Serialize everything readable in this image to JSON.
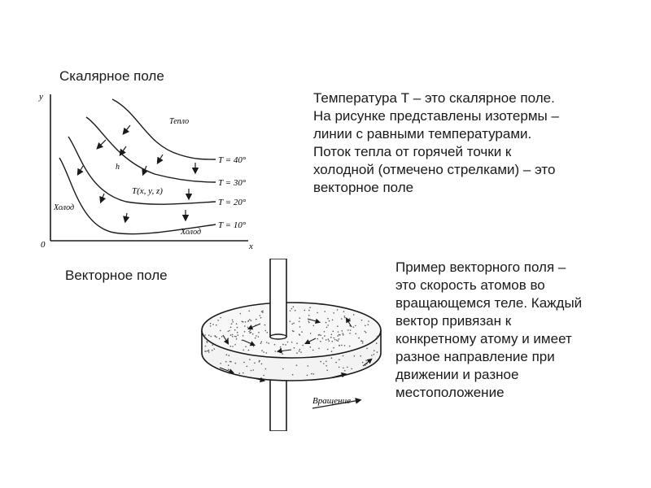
{
  "scalar": {
    "heading": "Скалярное поле",
    "graph": {
      "axis_y": "y",
      "axis_x": "x",
      "origin": "0",
      "warm": "Тепло",
      "cold_left": "Холод",
      "cold_bottom": "Холод",
      "func": "T(x, y, z)",
      "h_label": "h",
      "isotherms": [
        "T = 40°",
        "T = 30°",
        "T = 20°",
        "T = 10°"
      ]
    },
    "description": [
      "Температура Т – это скалярное поле.",
      "На рисунке представлены изотермы –",
      "линии с равными температурами.",
      "Поток тепла от горячей точки к",
      "холодной (отмечено стрелками) – это",
      "векторное поле"
    ]
  },
  "vector": {
    "heading": "Векторное поле",
    "disc": {
      "rotation_label": "Вращение"
    },
    "description": [
      "Пример векторного поля –",
      "это скорость атомов во",
      "вращающемся теле. Каждый",
      "вектор привязан к",
      "конкретному атому и имеет",
      "разное направление при",
      "движении и разное",
      "местоположение"
    ]
  }
}
